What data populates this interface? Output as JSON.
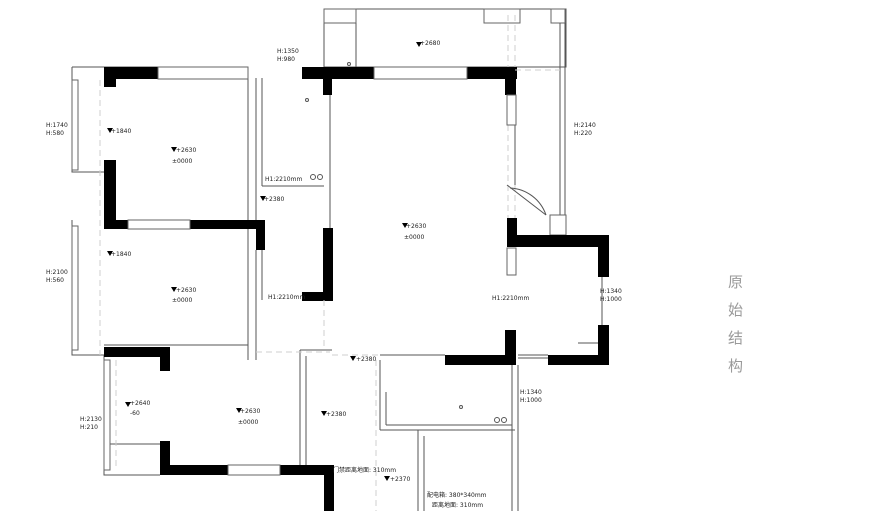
{
  "title_chars": [
    "原",
    "始",
    "结",
    "构"
  ],
  "window_heights": {
    "top_mid": {
      "h1": "H:1350",
      "h2": "H:980"
    },
    "left_upper": {
      "h1": "H:1740",
      "h2": "H:580"
    },
    "left_mid": {
      "h1": "H:2100",
      "h2": "H:560"
    },
    "left_lower": {
      "h1": "H:2130",
      "h2": "H:210"
    },
    "right_balcony": {
      "h1": "H:2140",
      "h2": "H:220"
    },
    "right_room": {
      "h1": "H:1340",
      "h2": "H:1000"
    },
    "right_lower": {
      "h1": "H:1340",
      "h2": "H:1000"
    }
  },
  "elevations": {
    "balcony_top": "+2680",
    "room_a_ceiling": "+2630",
    "room_a_floor": "±0000",
    "room_a_beam": "+1840",
    "room_b_ceiling": "+2630",
    "room_b_floor": "±0000",
    "room_b_beam": "+1840",
    "living_ceiling": "+2630",
    "living_floor": "±0000",
    "corridor": "+2380",
    "room_c_ceiling": "+2630",
    "room_c_floor": "±0000",
    "small_room": "+2640",
    "small_room_floor": "-60",
    "hall_a": "+2380",
    "hall_b": "+2380",
    "hall_c": "+2370"
  },
  "door_heights": {
    "upper": "H1:2210mm",
    "middle": "H1:2210mm",
    "living": "H1:2210mm"
  },
  "notes": {
    "door_sill": "门禁距离地面: 310mm",
    "meter_box": "配电箱: 380*340mm",
    "meter_height": "距离地面: 310mm"
  }
}
